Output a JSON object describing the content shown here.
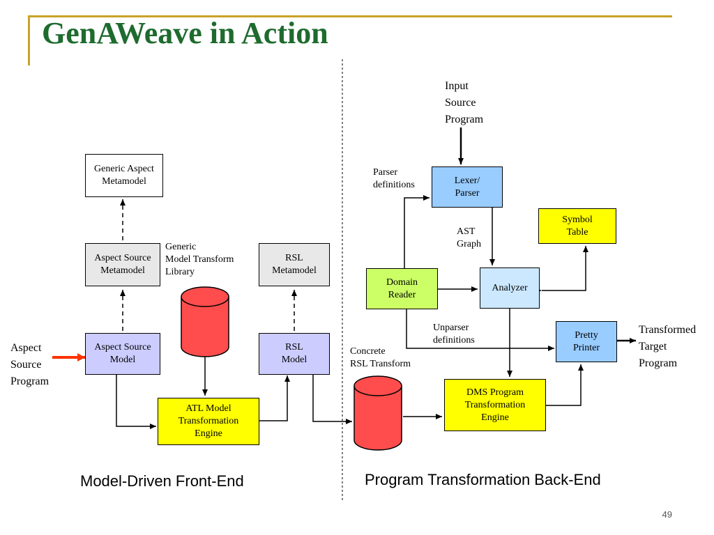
{
  "title": "GenAWeave in Action",
  "page_number": "49",
  "sections": {
    "left": "Model-Driven Front-End",
    "right": "Program Transformation Back-End"
  },
  "boxes": {
    "generic_aspect_metamodel": "Generic Aspect\nMetamodel",
    "aspect_source_metamodel": "Aspect Source\nMetamodel",
    "aspect_source_model": "Aspect Source\nModel",
    "rsl_metamodel": "RSL\nMetamodel",
    "rsl_model": "RSL\nModel",
    "atl_engine": "ATL Model\nTransformation\nEngine",
    "lexer_parser": "Lexer/\nParser",
    "symbol_table": "Symbol\nTable",
    "domain_reader": "Domain\nReader",
    "analyzer": "Analyzer",
    "pretty_printer": "Pretty\nPrinter",
    "dms_engine": "DMS Program\nTransformation\nEngine"
  },
  "labels": {
    "aspect_source_program": "Aspect\nSource\nProgram",
    "generic_model_transform_library": "Generic\nModel Transform\nLibrary",
    "input_source_program": "Input\nSource\nProgram",
    "parser_definitions": "Parser\ndefinitions",
    "ast_graph": "AST\nGraph",
    "unparser_definitions": "Unparser\ndefinitions",
    "concrete_rsl_transform": "Concrete\nRSL Transform",
    "transformed_target_program": "Transformed\nTarget\nProgram"
  },
  "colors": {
    "title": "#1e6b2e",
    "rule": "#c9a227",
    "database": "#ff4d4d",
    "input_arrow": "#ff3300"
  }
}
